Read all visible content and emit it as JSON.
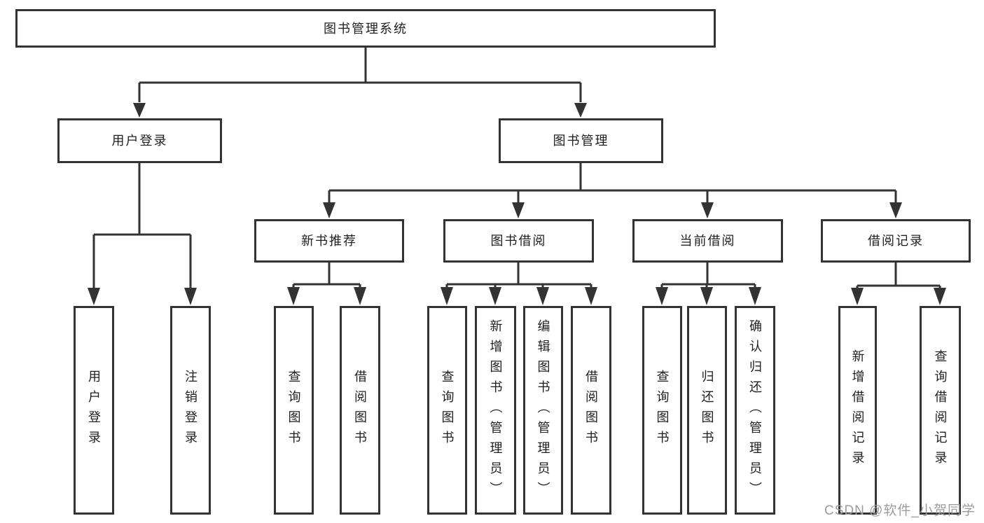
{
  "colors": {
    "line": "#333333",
    "text": "#1f1f1f",
    "background": "#ffffff",
    "watermark_text_color": "#9b9ba1"
  },
  "watermark": "CSDN @软件_小贺同学",
  "tree": {
    "label": "图书管理系统",
    "children": [
      {
        "label": "用户登录",
        "children": [
          {
            "label": "用户登录"
          },
          {
            "label": "注销登录"
          }
        ]
      },
      {
        "label": "图书管理",
        "children": [
          {
            "label": "新书推荐",
            "children": [
              {
                "label": "查询图书"
              },
              {
                "label": "借阅图书"
              }
            ]
          },
          {
            "label": "图书借阅",
            "children": [
              {
                "label": "查询图书"
              },
              {
                "label": "新增图书（管理员）"
              },
              {
                "label": "编辑图书（管理员）"
              },
              {
                "label": "借阅图书"
              }
            ]
          },
          {
            "label": "当前借阅",
            "children": [
              {
                "label": "查询图书"
              },
              {
                "label": "归还图书"
              },
              {
                "label": "确认归还（管理员）"
              }
            ]
          },
          {
            "label": "借阅记录",
            "children": [
              {
                "label": "新增借阅记录"
              },
              {
                "label": "查询借阅记录"
              }
            ]
          }
        ]
      }
    ]
  }
}
